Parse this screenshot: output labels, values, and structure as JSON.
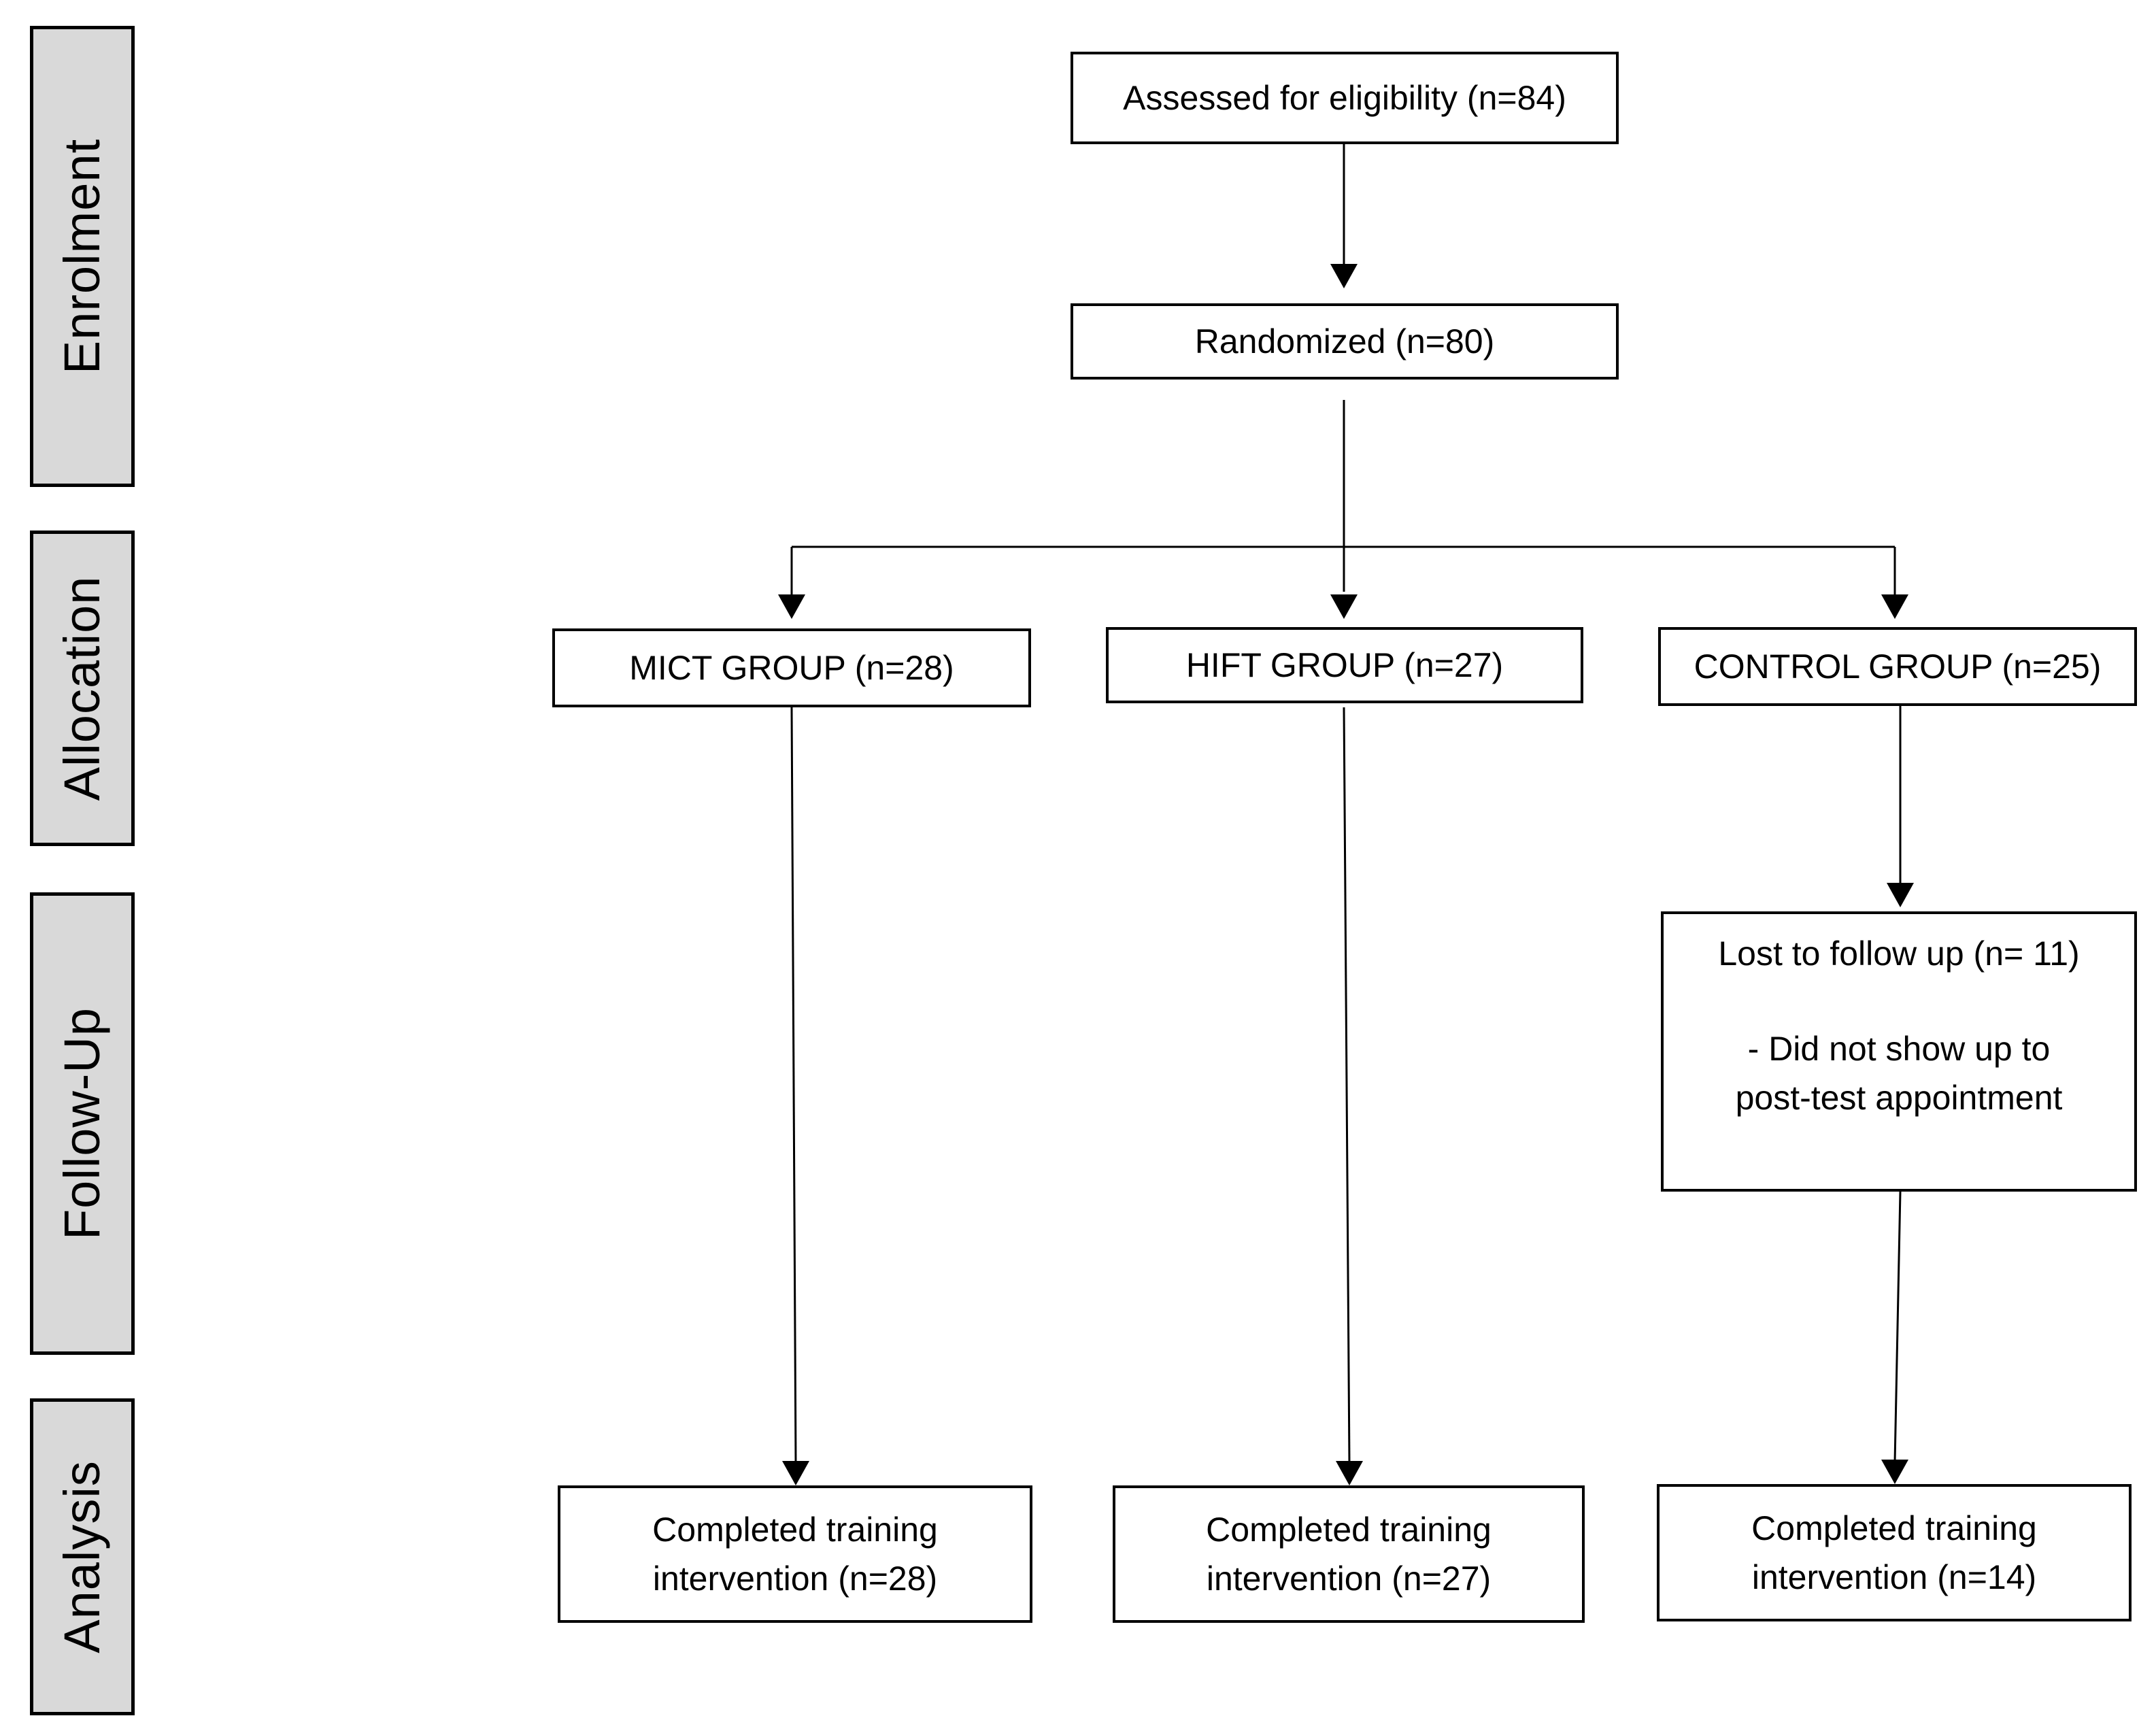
{
  "stages": {
    "enrolment": "Enrolment",
    "allocation": "Allocation",
    "follow_up": "Follow-Up",
    "analysis": "Analysis"
  },
  "boxes": {
    "assessed": "Assessed for eligibility (n=84)",
    "randomized": "Randomized (n=80)",
    "mict": "MICT GROUP (n=28)",
    "hift": "HIFT GROUP (n=27)",
    "control": "CONTROL GROUP (n=25)",
    "lost": {
      "line1": "Lost to follow up (n= 11)",
      "line2": "- Did not show up to",
      "line3": "post-test appointment"
    },
    "mict_completed": {
      "line1": "Completed training",
      "line2": "intervention  (n=28)"
    },
    "hift_completed": {
      "line1": "Completed training",
      "line2": "intervention  (n=27)"
    },
    "control_completed": {
      "line1": "Completed training",
      "line2": "intervention  (n=14)"
    }
  },
  "colors": {
    "stage_fill": "#d9d9d9",
    "line": "#000000",
    "box_fill": "#ffffff"
  }
}
